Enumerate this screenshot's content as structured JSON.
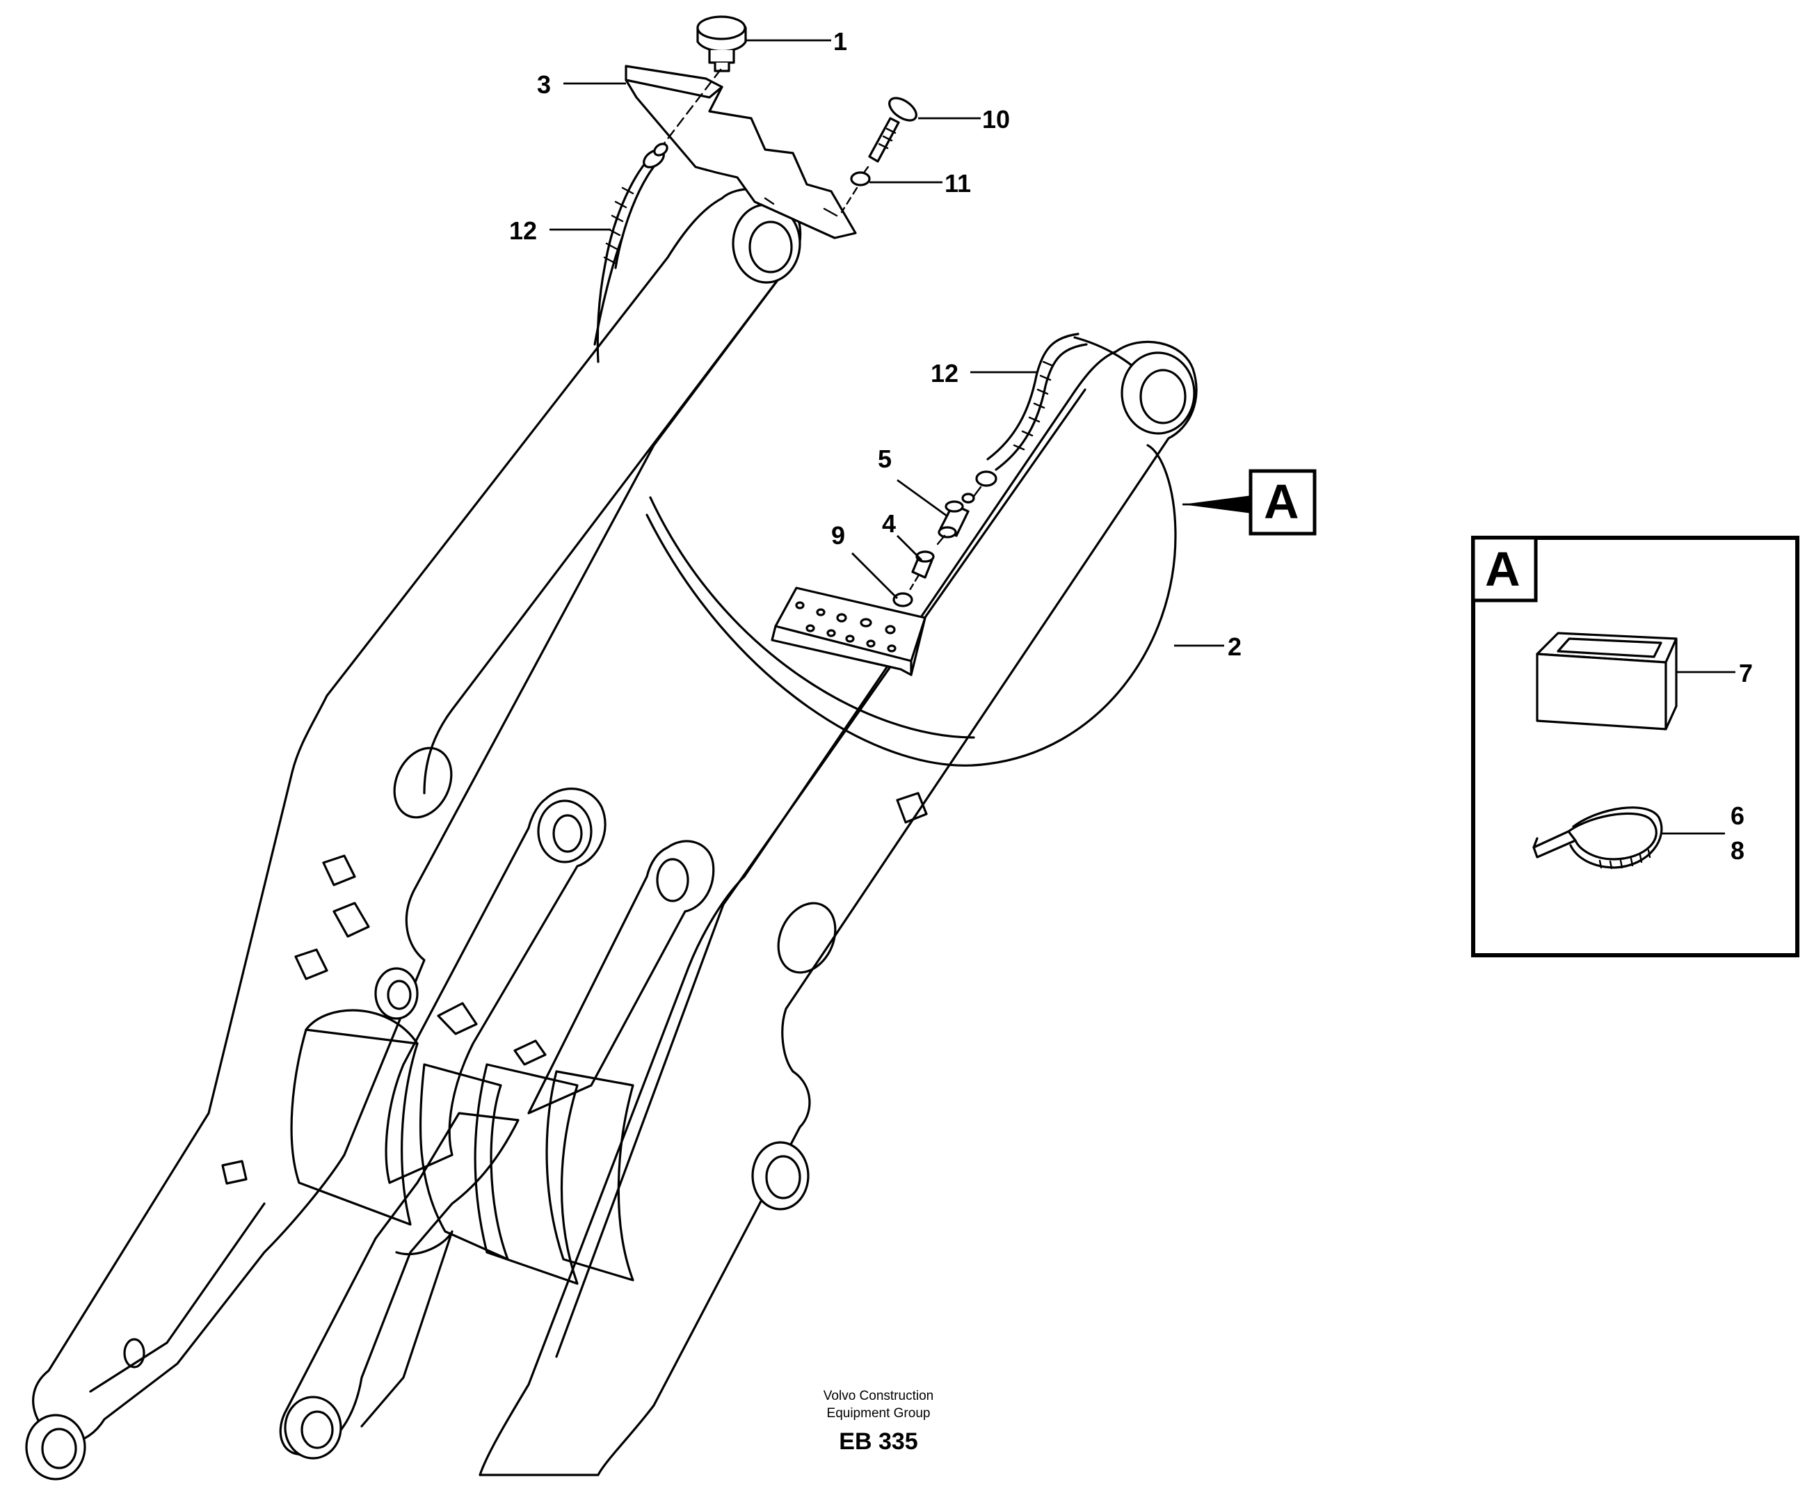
{
  "callouts": {
    "c1": "1",
    "c2": "2",
    "c3": "3",
    "c4": "4",
    "c5": "5",
    "c9": "9",
    "c10": "10",
    "c11": "11",
    "c12a": "12",
    "c12b": "12",
    "c7": "7",
    "c6": "6",
    "c8": "8"
  },
  "detail_ref": {
    "label": "A"
  },
  "detail_box": {
    "label": "A"
  },
  "footer": {
    "line1": "Volvo Construction",
    "line2": "Equipment Group",
    "code": "EB 335"
  }
}
